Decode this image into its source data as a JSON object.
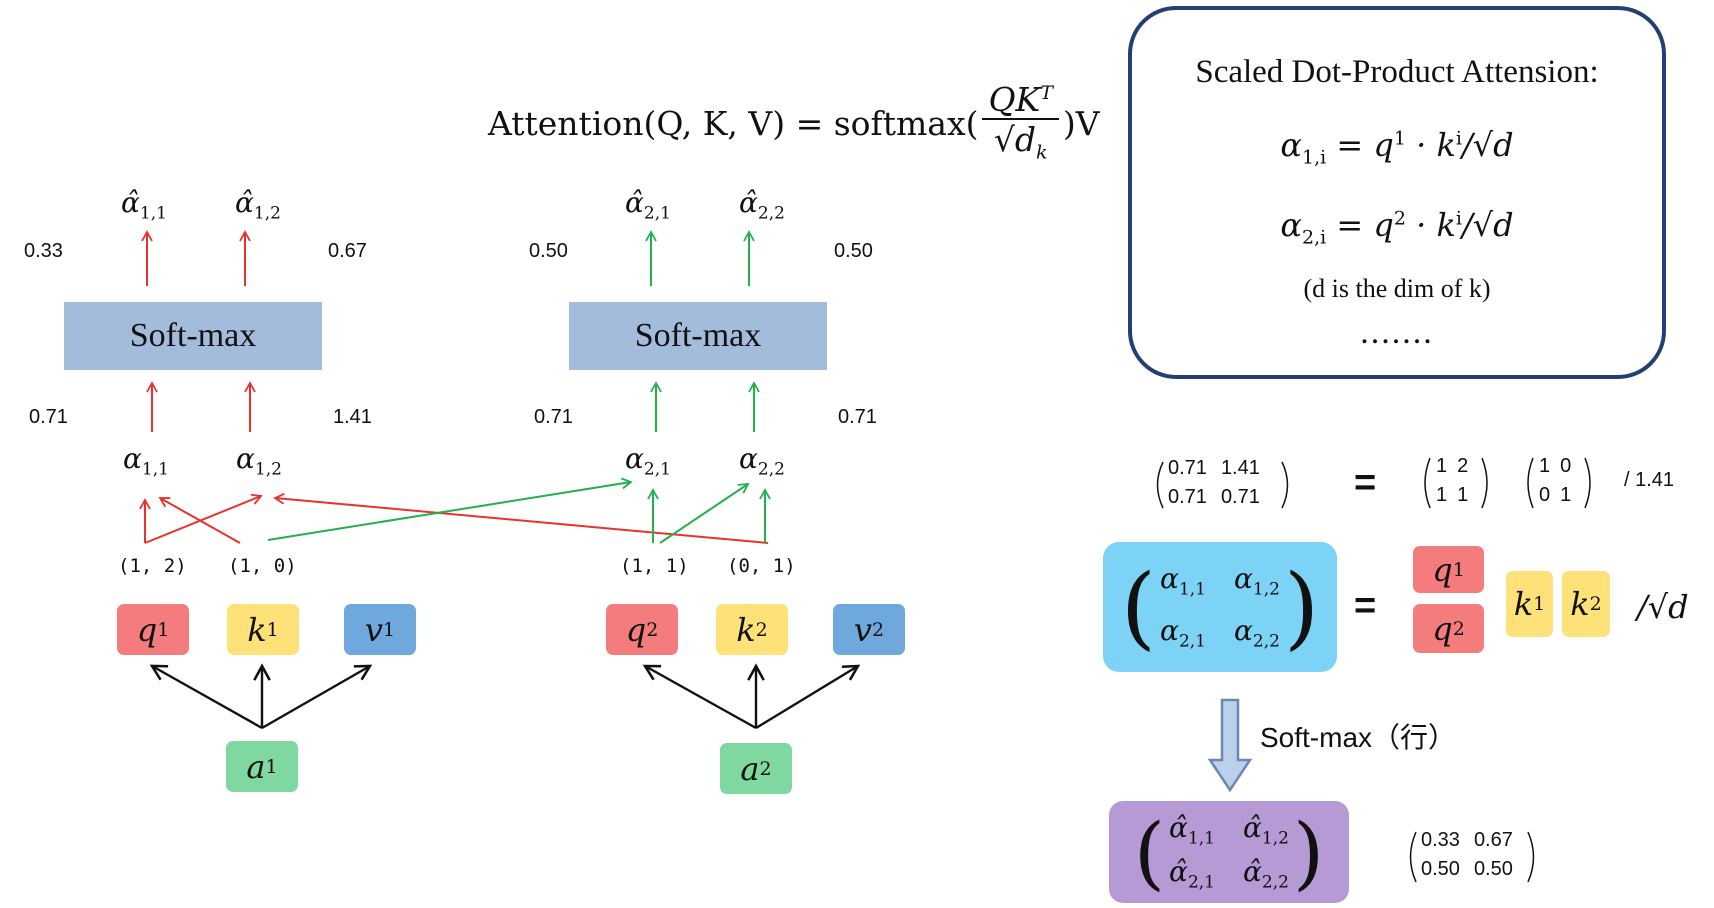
{
  "formula": {
    "lhs": "Attention(Q, K, V) = softmax(",
    "numerator": "QK",
    "numerator_sup": "T",
    "denominator": "√d",
    "denominator_sub": "k",
    "rhs": ")V"
  },
  "left_diagram": {
    "outputs": [
      {
        "symbol": "α̂",
        "sub": "1,1"
      },
      {
        "symbol": "α̂",
        "sub": "1,2"
      }
    ],
    "output_values": [
      "0.33",
      "0.67"
    ],
    "softmax_label": "Soft-max",
    "input_values": [
      "0.71",
      "1.41"
    ],
    "scores": [
      {
        "symbol": "α",
        "sub": "1,1"
      },
      {
        "symbol": "α",
        "sub": "1,2"
      }
    ],
    "coords": [
      "(1, 2)",
      "(1, 0)"
    ],
    "boxes": [
      {
        "symbol": "q",
        "sup": "1"
      },
      {
        "symbol": "k",
        "sup": "1"
      },
      {
        "symbol": "v",
        "sup": "1"
      }
    ],
    "source": {
      "symbol": "a",
      "sub": "1"
    }
  },
  "right_diagram": {
    "outputs": [
      {
        "symbol": "α̂",
        "sub": "2,1"
      },
      {
        "symbol": "α̂",
        "sub": "2,2"
      }
    ],
    "output_values": [
      "0.50",
      "0.50"
    ],
    "softmax_label": "Soft-max",
    "input_values": [
      "0.71",
      "0.71"
    ],
    "scores": [
      {
        "symbol": "α",
        "sub": "2,1"
      },
      {
        "symbol": "α",
        "sub": "2,2"
      }
    ],
    "coords": [
      "(1, 1)",
      "(0, 1)"
    ],
    "boxes": [
      {
        "symbol": "q",
        "sup": "2"
      },
      {
        "symbol": "k",
        "sup": "2"
      },
      {
        "symbol": "v",
        "sup": "2"
      }
    ],
    "source": {
      "symbol": "a",
      "sub": "2"
    }
  },
  "panel": {
    "title": "Scaled Dot-Product Attension:",
    "eq1": {
      "lhs": "α",
      "lhs_sub": "1,i",
      "rhs": "= q",
      "rhs_sup": "1",
      "mid": " · k",
      "mid_sup": "i",
      "tail": "/√d"
    },
    "eq2": {
      "lhs": "α",
      "lhs_sub": "2,i",
      "rhs": "= q",
      "rhs_sup": "2",
      "mid": " · k",
      "mid_sup": "i",
      "tail": "/√d"
    },
    "note": "(d is the dim of k)",
    "ellipsis": "......."
  },
  "numeric_eq": {
    "result": [
      [
        "0.71",
        "1.41"
      ],
      [
        "0.71",
        "0.71"
      ]
    ],
    "equals": "=",
    "q_matrix": [
      [
        "1",
        "2"
      ],
      [
        "1",
        "1"
      ]
    ],
    "k_matrix": [
      [
        "1",
        "0"
      ],
      [
        "0",
        "1"
      ]
    ],
    "divisor": "/ 1.41"
  },
  "symbolic_eq": {
    "matrix": [
      [
        "α",
        "1,1"
      ],
      [
        "α",
        "1,2"
      ],
      [
        "α",
        "2,1"
      ],
      [
        "α",
        "2,2"
      ]
    ],
    "equals": "=",
    "q_boxes": [
      {
        "symbol": "q",
        "sup": "1"
      },
      {
        "symbol": "q",
        "sup": "2"
      }
    ],
    "k_boxes": [
      {
        "symbol": "k",
        "sup": "1"
      },
      {
        "symbol": "k",
        "sup": "2"
      }
    ],
    "divisor": "/√d"
  },
  "softmax_step": {
    "label": "Soft-max（行）"
  },
  "result": {
    "matrix": [
      [
        "α̂",
        "1,1"
      ],
      [
        "α̂",
        "1,2"
      ],
      [
        "α̂",
        "2,1"
      ],
      [
        "α̂",
        "2,2"
      ]
    ],
    "values": [
      [
        "0.33",
        "0.67"
      ],
      [
        "0.50",
        "0.50"
      ]
    ]
  },
  "colors": {
    "query": "#f47c7c",
    "key": "#ffe17a",
    "value": "#6fa8dc",
    "input": "#7fd8a0",
    "softmax": "#a4bcdc",
    "score_matrix": "#7dd3f5",
    "result_matrix": "#b59ad6",
    "left_arrows": "#e8322b",
    "right_arrows": "#22b14c",
    "panel_border": "#243f73"
  }
}
